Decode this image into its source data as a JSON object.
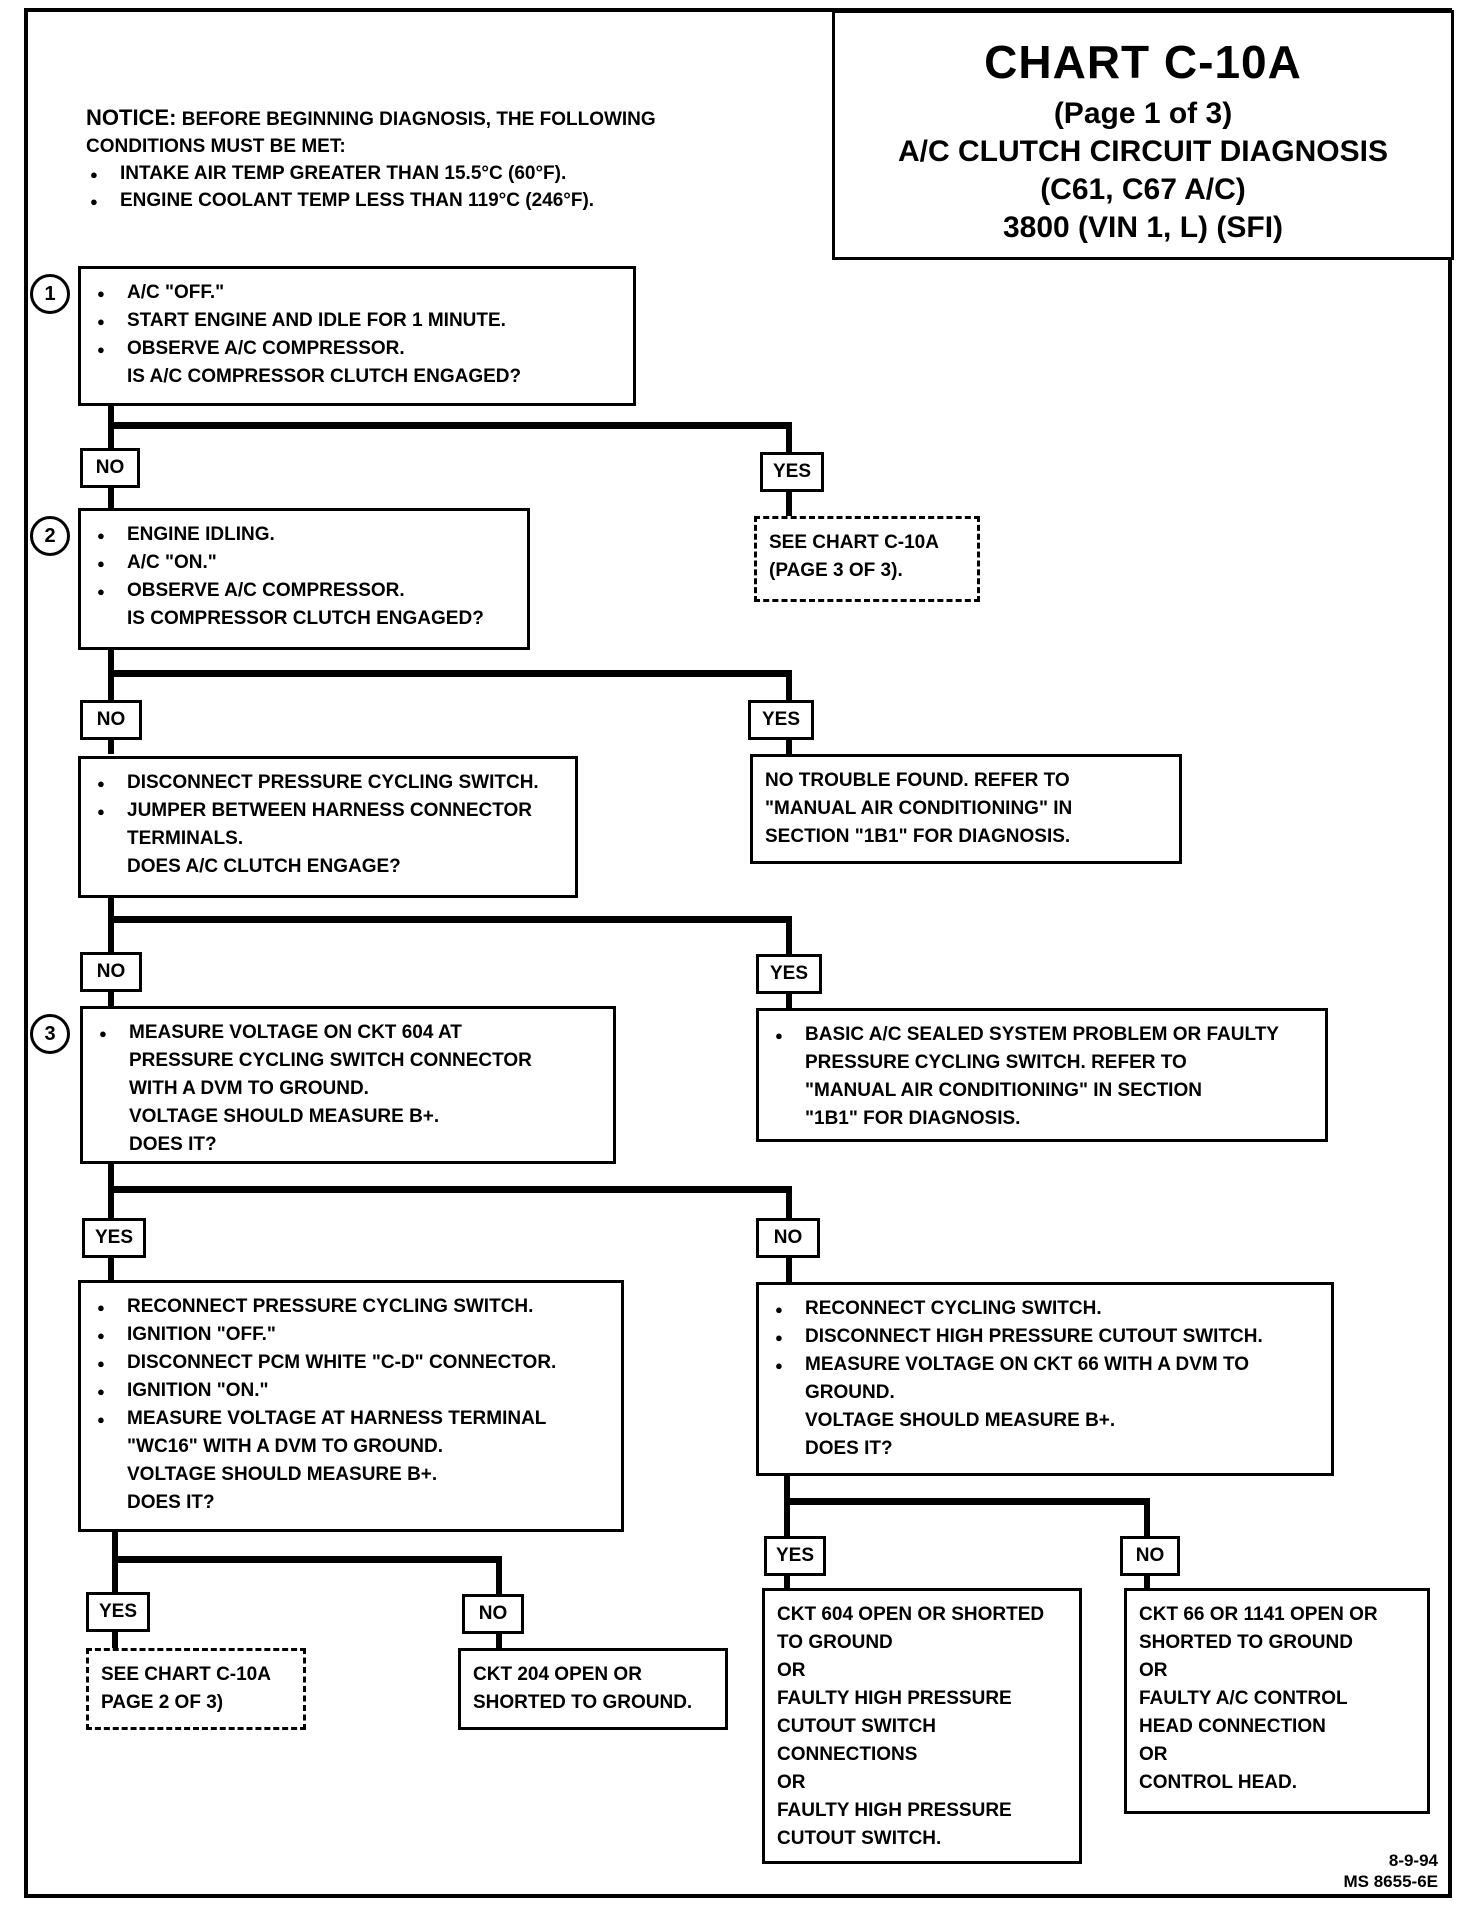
{
  "title": {
    "main": "CHART C-10A",
    "page": "(Page 1 of 3)",
    "name": "A/C CLUTCH CIRCUIT DIAGNOSIS",
    "models": "(C61, C67 A/C)",
    "engine": "3800  (VIN 1, L)  (SFI)"
  },
  "notice": {
    "lead": "NOTICE:",
    "line1": "BEFORE BEGINNING DIAGNOSIS, THE FOLLOWING",
    "line2": "CONDITIONS MUST BE MET:",
    "bullets": [
      "INTAKE AIR TEMP GREATER THAN 15.5°C (60°F).",
      "ENGINE COOLANT TEMP LESS THAN 119°C (246°F)."
    ]
  },
  "steps": {
    "s1": {
      "num": "1",
      "bullets": [
        "A/C \"OFF.\"",
        "START ENGINE AND IDLE FOR 1 MINUTE.",
        "OBSERVE A/C COMPRESSOR."
      ],
      "question": "IS A/C COMPRESSOR CLUTCH ENGAGED?"
    },
    "s1_yes": {
      "line1": "SEE CHART C-10A",
      "line2": "(PAGE 3 OF 3)."
    },
    "s2": {
      "num": "2",
      "bullets": [
        "ENGINE IDLING.",
        "A/C \"ON.\"",
        "OBSERVE A/C COMPRESSOR."
      ],
      "question": "IS COMPRESSOR CLUTCH ENGAGED?"
    },
    "s2_yes": {
      "line1": "NO TROUBLE FOUND.  REFER TO",
      "line2": "\"MANUAL AIR CONDITIONING\" IN",
      "line3": "SECTION \"1B1\" FOR DIAGNOSIS."
    },
    "s2_no": {
      "bullets": [
        "DISCONNECT PRESSURE CYCLING SWITCH.",
        "JUMPER BETWEEN HARNESS CONNECTOR"
      ],
      "cont": "TERMINALS.",
      "question": "DOES A/C CLUTCH ENGAGE?"
    },
    "s2b_yes": {
      "bullet": "BASIC A/C SEALED SYSTEM PROBLEM OR FAULTY",
      "l2": "PRESSURE CYCLING SWITCH.  REFER TO",
      "l3": "\"MANUAL AIR CONDITIONING\" IN SECTION",
      "l4": "\"1B1\" FOR DIAGNOSIS."
    },
    "s3": {
      "num": "3",
      "bullet": "MEASURE VOLTAGE ON CKT 604 AT",
      "l2": "PRESSURE CYCLING SWITCH  CONNECTOR",
      "l3": "WITH A DVM TO GROUND.",
      "l4": "VOLTAGE SHOULD MEASURE B+.",
      "l5": "DOES IT?"
    },
    "s3_yes": {
      "bullets": [
        "RECONNECT PRESSURE CYCLING SWITCH.",
        "IGNITION \"OFF.\"",
        "DISCONNECT PCM WHITE \"C-D\" CONNECTOR.",
        "IGNITION \"ON.\"",
        "MEASURE VOLTAGE AT HARNESS TERMINAL"
      ],
      "l2": "\"WC16\" WITH A DVM TO GROUND.",
      "l3": "VOLTAGE SHOULD MEASURE B+.",
      "l4": "DOES IT?"
    },
    "s3_no": {
      "bullets": [
        "RECONNECT CYCLING SWITCH.",
        "DISCONNECT HIGH PRESSURE CUTOUT SWITCH.",
        "MEASURE VOLTAGE ON CKT 66 WITH A DVM TO"
      ],
      "l2": "GROUND.",
      "l3": "VOLTAGE SHOULD MEASURE B+.",
      "l4": "DOES IT?"
    },
    "e_yes_yes": {
      "line1": "SEE CHART C-10A",
      "line2": "PAGE 2 OF 3)"
    },
    "e_yes_no": {
      "line1": "CKT 204 OPEN OR",
      "line2": "SHORTED TO GROUND."
    },
    "e_no_yes": {
      "lines": [
        "CKT 604 OPEN OR SHORTED",
        "TO GROUND",
        "OR",
        "FAULTY HIGH PRESSURE",
        "CUTOUT SWITCH",
        "CONNECTIONS",
        "OR",
        "FAULTY HIGH PRESSURE",
        "CUTOUT SWITCH."
      ]
    },
    "e_no_no": {
      "lines": [
        "CKT 66 OR 1141 OPEN OR",
        "SHORTED TO GROUND",
        "OR",
        "FAULTY A/C CONTROL",
        "HEAD CONNECTION",
        "OR",
        "CONTROL HEAD."
      ]
    }
  },
  "labels": {
    "yes": "YES",
    "no": "NO"
  },
  "footer": {
    "date": "8-9-94",
    "code": "MS 8655-6E"
  }
}
